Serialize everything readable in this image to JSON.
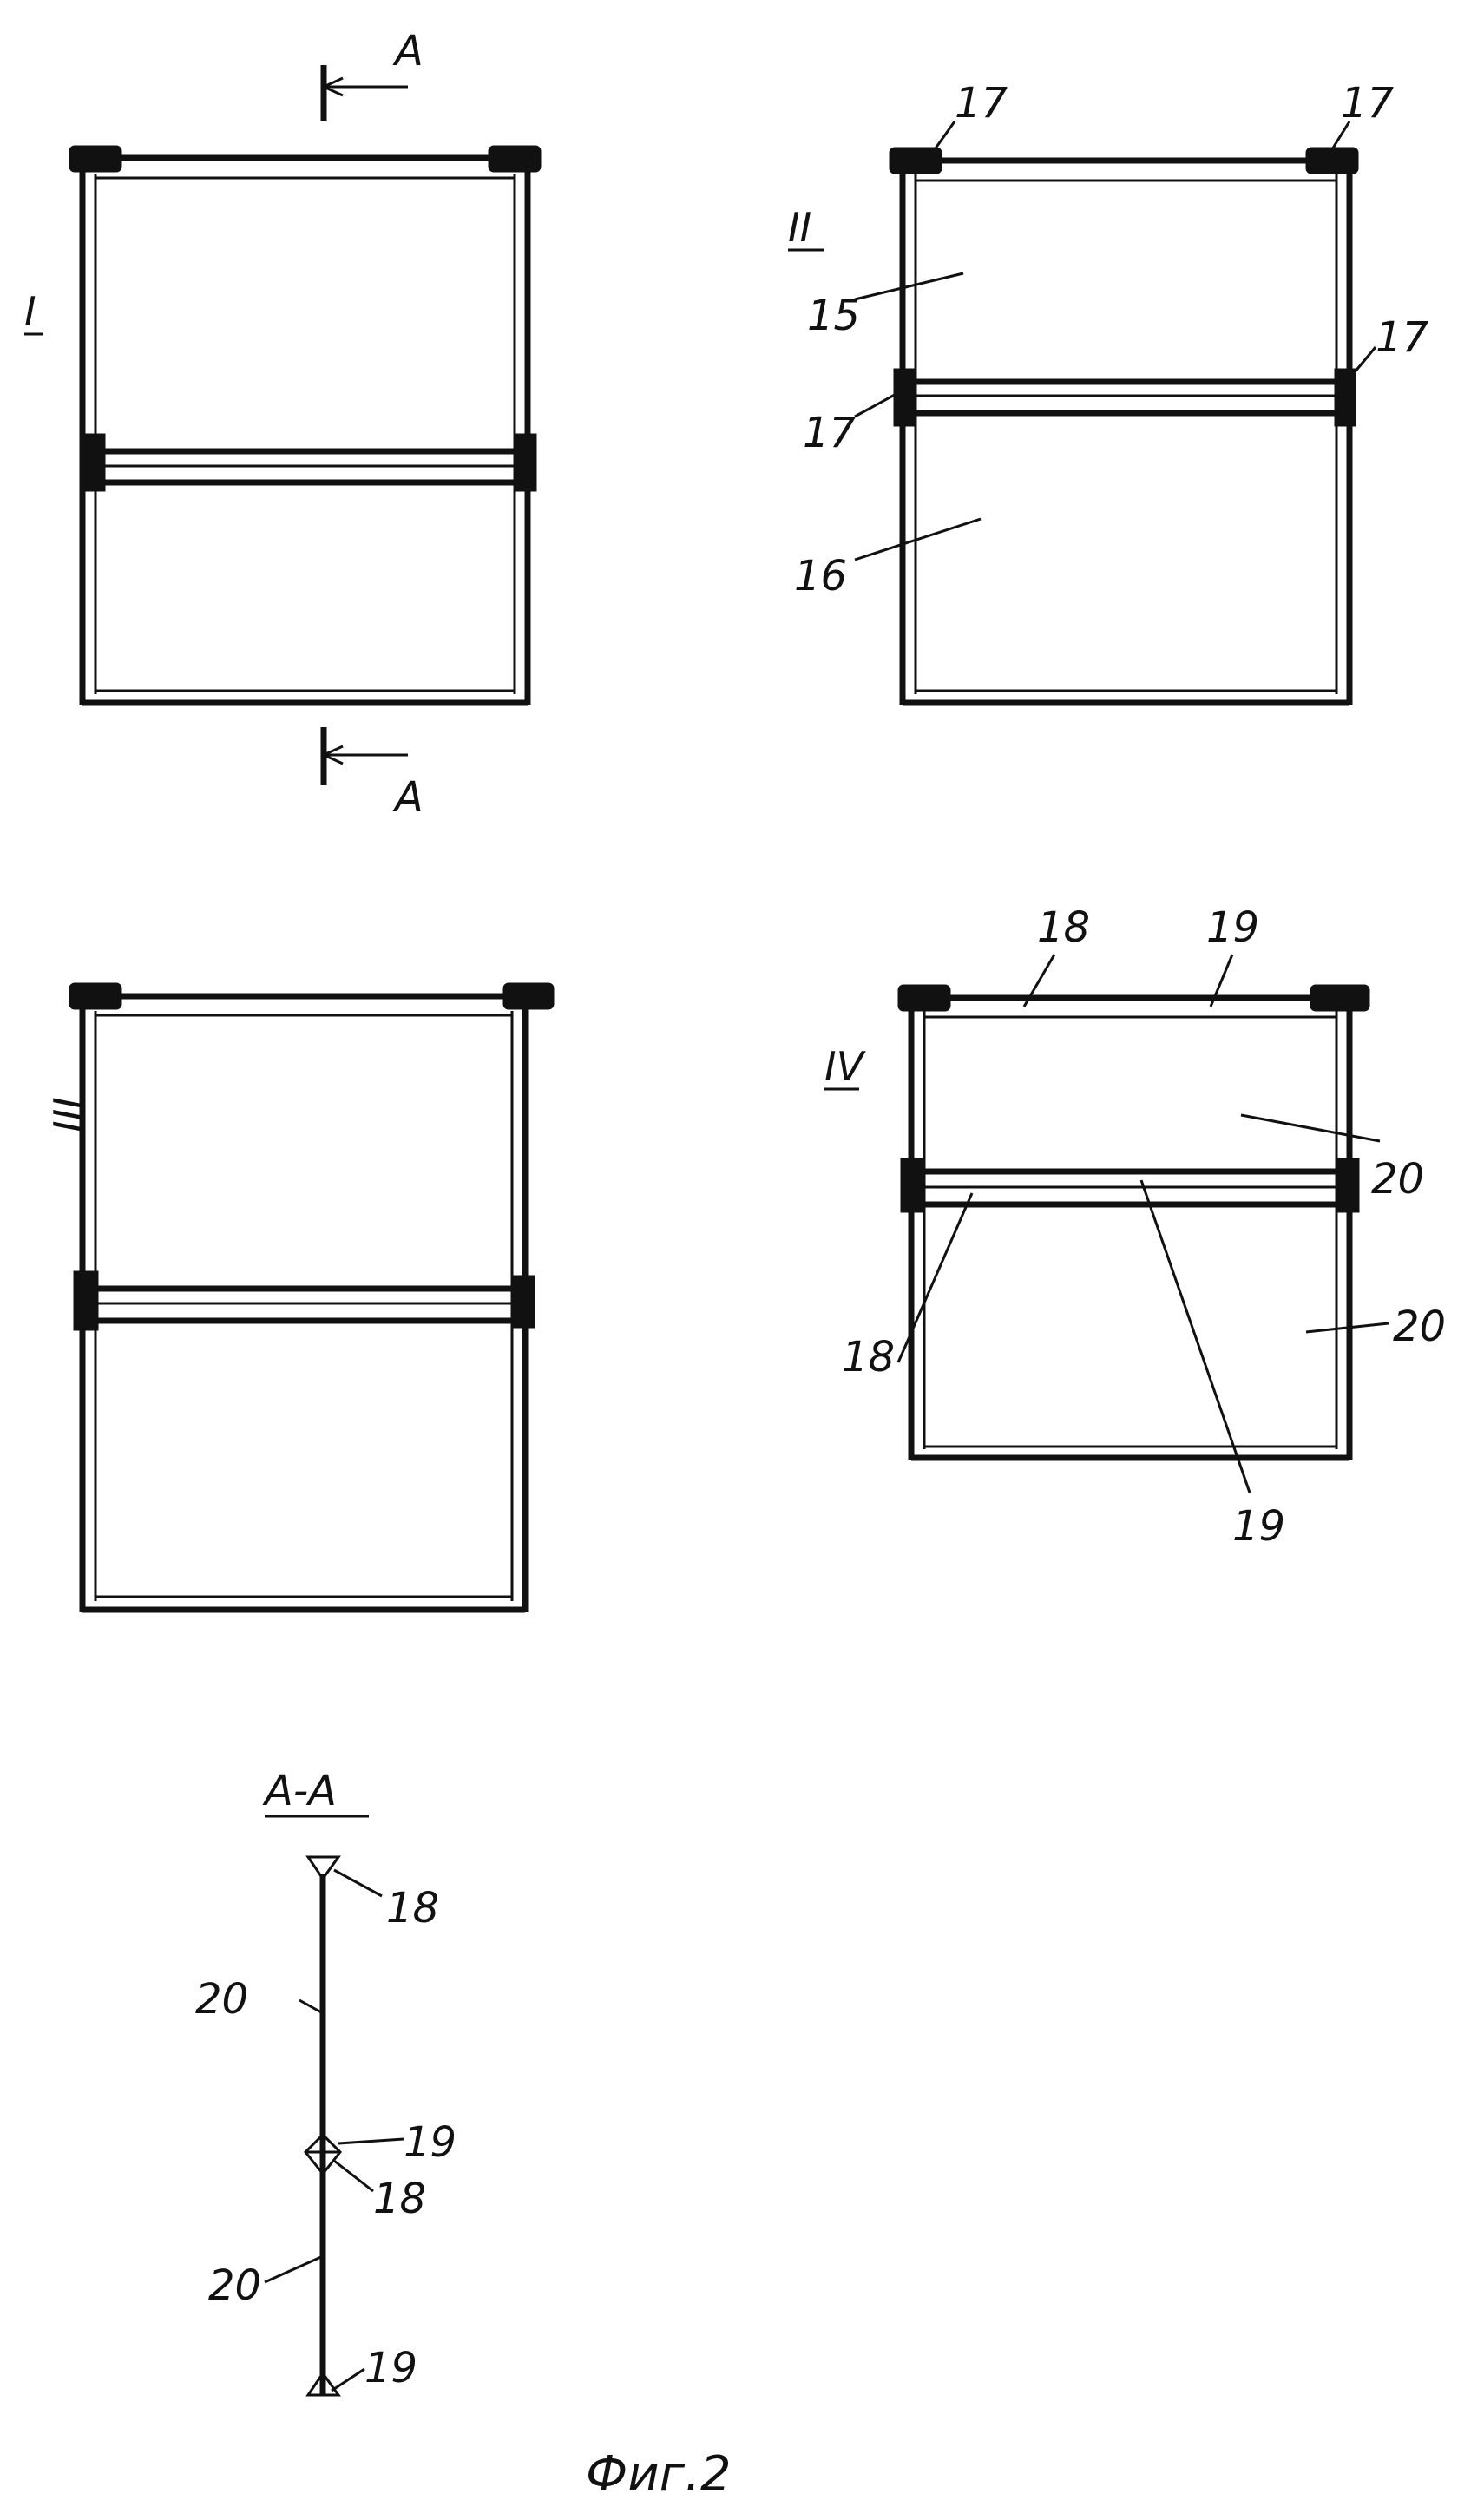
{
  "figure": {
    "caption": "Фиг.2",
    "views": [
      {
        "id": "I",
        "roman": "I",
        "labels": []
      },
      {
        "id": "II",
        "roman": "II",
        "labels": [
          "17",
          "17",
          "15",
          "17",
          "17",
          "16"
        ]
      },
      {
        "id": "III",
        "roman": "III",
        "labels": []
      },
      {
        "id": "IV",
        "roman": "IV",
        "labels": [
          "18",
          "19",
          "20",
          "18",
          "20",
          "19"
        ]
      }
    ],
    "section_marks": {
      "top": "A",
      "bottom": "A"
    },
    "section": {
      "title": "A-A",
      "labels": [
        "18",
        "20",
        "19",
        "18",
        "20",
        "19"
      ]
    }
  }
}
